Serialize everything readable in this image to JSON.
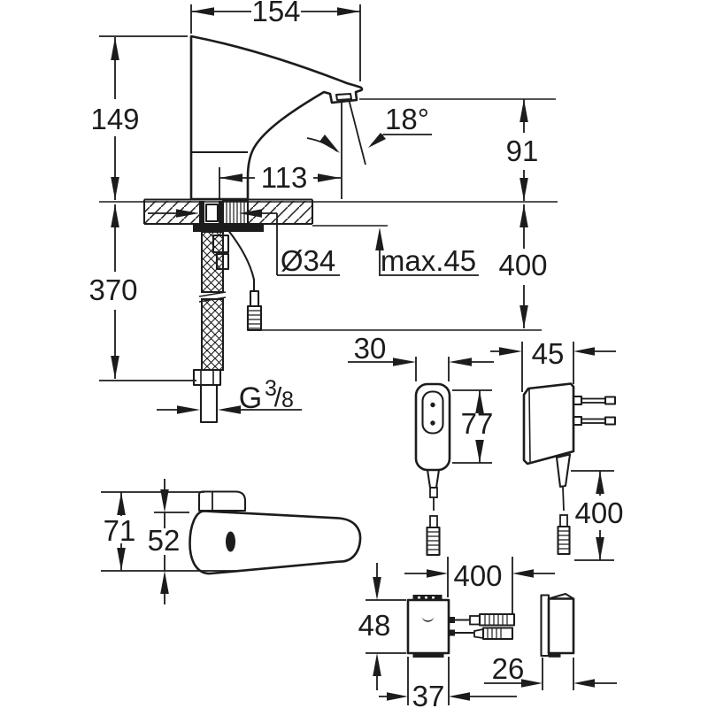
{
  "colors": {
    "line": "#1c1c1c",
    "background": "#ffffff"
  },
  "views": {
    "faucet_side": {
      "dim_width": "154",
      "dim_height": "149",
      "dim_spout_angle": "18°",
      "dim_spout_reach": "113",
      "dim_outlet_height": "91",
      "dim_cable_below_deck": "400",
      "dim_hose_length": "370",
      "dim_hole_diameter": "Ø34",
      "dim_deck_thickness": "max.45",
      "thread_letter": "G",
      "thread_numerator": "3",
      "thread_slash": "/",
      "thread_denominator": "8"
    },
    "power_supply": {
      "dim_front_width": "30",
      "dim_side_depth": "45",
      "dim_height": "77",
      "dim_cable_length": "400"
    },
    "faucet_top": {
      "dim_overall": "71",
      "dim_body": "52"
    },
    "control_unit": {
      "dim_cable_length": "400",
      "dim_height": "48",
      "dim_width": "37",
      "dim_depth": "26"
    }
  }
}
